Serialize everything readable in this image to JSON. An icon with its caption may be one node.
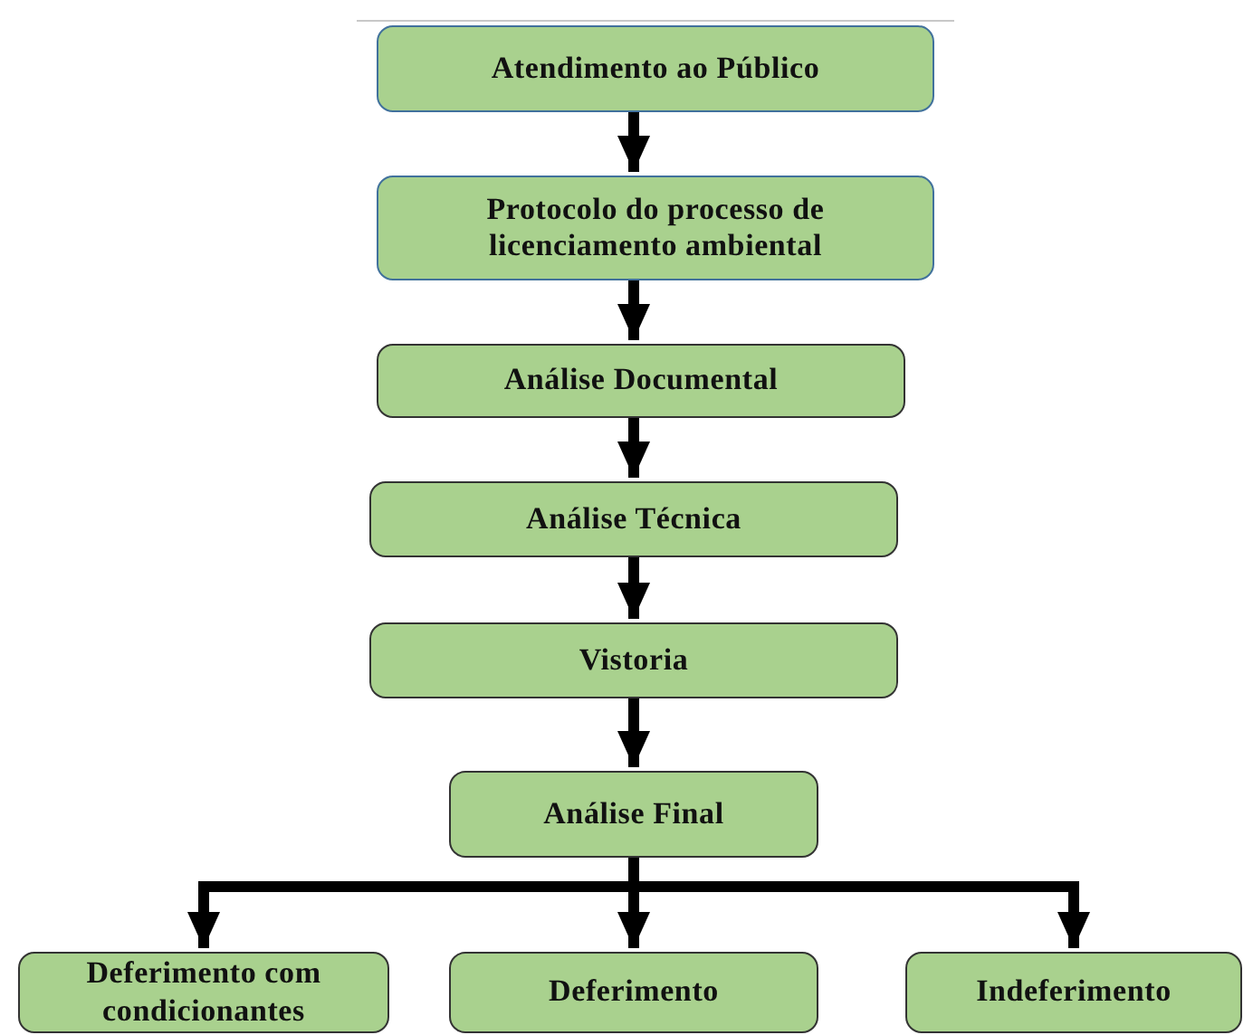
{
  "diagram": {
    "nodes": [
      {
        "text": [
          "Atendimento ao Público"
        ]
      },
      {
        "text": [
          "Protocolo do processo de licenciamento ambiental"
        ]
      },
      {
        "text": [
          "Análise Documental"
        ]
      },
      {
        "text": [
          "Análise Técnica"
        ]
      },
      {
        "text": [
          "Vistoria"
        ]
      },
      {
        "text": [
          "Análise Final"
        ]
      },
      {
        "text": [
          "Deferimento com condicionantes"
        ]
      },
      {
        "text": [
          "Deferimento"
        ]
      },
      {
        "text": [
          "Indeferimento"
        ]
      }
    ],
    "edges": [
      {
        "from": 0,
        "to": 1,
        "arrow": "to"
      },
      {
        "from": 1,
        "to": 2,
        "arrow": "to"
      },
      {
        "from": 2,
        "to": 3,
        "arrow": "to"
      },
      {
        "from": 3,
        "to": 4,
        "arrow": "to"
      },
      {
        "from": 4,
        "to": 5,
        "arrow": "to"
      },
      {
        "from": 5,
        "to": 6,
        "arrow": "to"
      },
      {
        "from": 5,
        "to": 7,
        "arrow": "to"
      },
      {
        "from": 5,
        "to": 8,
        "arrow": "to"
      }
    ]
  }
}
